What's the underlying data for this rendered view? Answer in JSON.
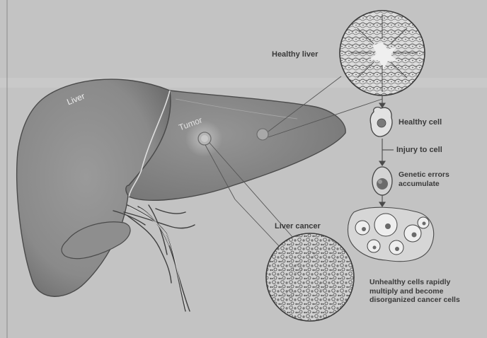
{
  "labels": {
    "liver": "Liver",
    "tumor": "Tumor",
    "healthy_liver": "Healthy liver",
    "healthy_cell": "Healthy cell",
    "injury_to_cell": "Injury to cell",
    "genetic_errors": "Genetic errors\naccumulate",
    "liver_cancer": "Liver cancer",
    "unhealthy_cells": "Unhealthy cells rapidly\nmultiply and become\ndisorganized cancer cells"
  }
}
